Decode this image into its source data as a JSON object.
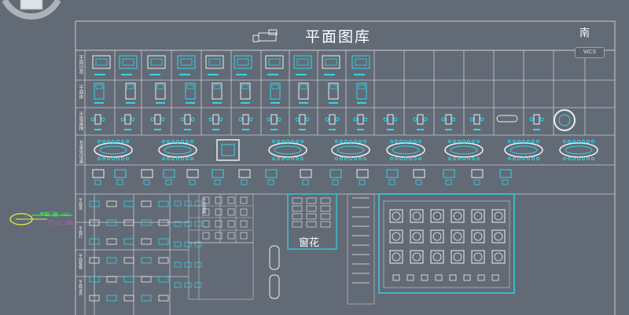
{
  "drawing": {
    "title": "平面图库",
    "row_labels": [
      "平面沙发",
      "平面床",
      "平面桌椅",
      "长桌会议桌"
    ],
    "sub_labels": [
      "平面桌",
      "平面灯",
      "平面植物",
      "平面洁具",
      "平面电器"
    ],
    "inner_label": "窗花",
    "selected_tag_line1": "平面门窗 (1)",
    "selected_tag_line2": "门 1/ 200"
  },
  "viewcube": {
    "direction_label": "南",
    "ucs_label": "WCS"
  },
  "colors": {
    "background": "#626a76",
    "grid_line": "#c8ccd2",
    "block_cyan": "#33d6e6",
    "block_white": "#e8eef2",
    "selection_yellow": "#e8ef3b",
    "selection_green": "#3bff5a",
    "selection_magenta": "#e84de8"
  }
}
